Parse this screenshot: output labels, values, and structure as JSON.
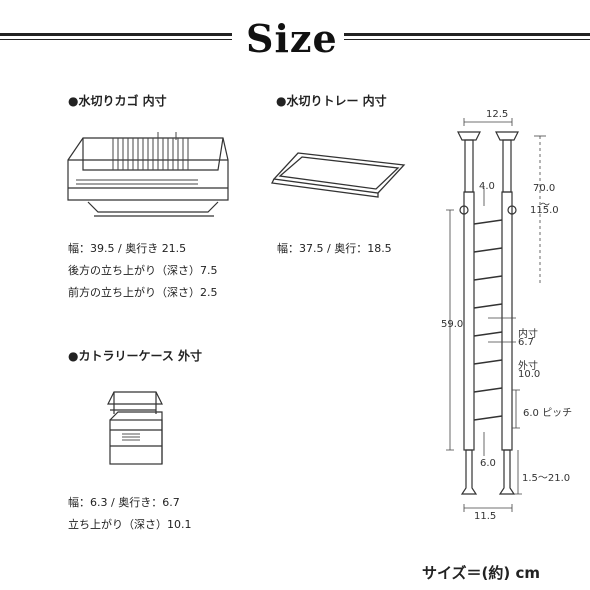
{
  "title": "Size",
  "basket": {
    "heading": "●水切りカゴ 内寸",
    "specs": [
      "幅：39.5 / 奥行き 21.5",
      "後方の立ち上がり（深さ）7.5",
      "前方の立ち上がり（深さ）2.5"
    ]
  },
  "tray": {
    "heading": "●水切りトレー 内寸",
    "specs": [
      "幅：37.5 / 奥行：18.5"
    ]
  },
  "cutlery": {
    "heading": "●カトラリーケース 外寸",
    "specs": [
      "幅：6.3 / 奥行き：6.7",
      "立ち上がり（深さ）10.1"
    ]
  },
  "rack": {
    "top_width": "12.5",
    "height_range": [
      "70.0",
      "〜",
      "115.0"
    ],
    "hook_gap": "4.0",
    "rung_height": "59.0",
    "inner": [
      "内寸",
      "6.7"
    ],
    "outer": [
      "外寸",
      "10.0"
    ],
    "pitch": "6.0 ピッチ",
    "bottom_gap": "6.0",
    "bottom_range": "1.5〜21.0",
    "bottom_width": "11.5"
  },
  "unit_note": "サイズ＝(約) cm"
}
